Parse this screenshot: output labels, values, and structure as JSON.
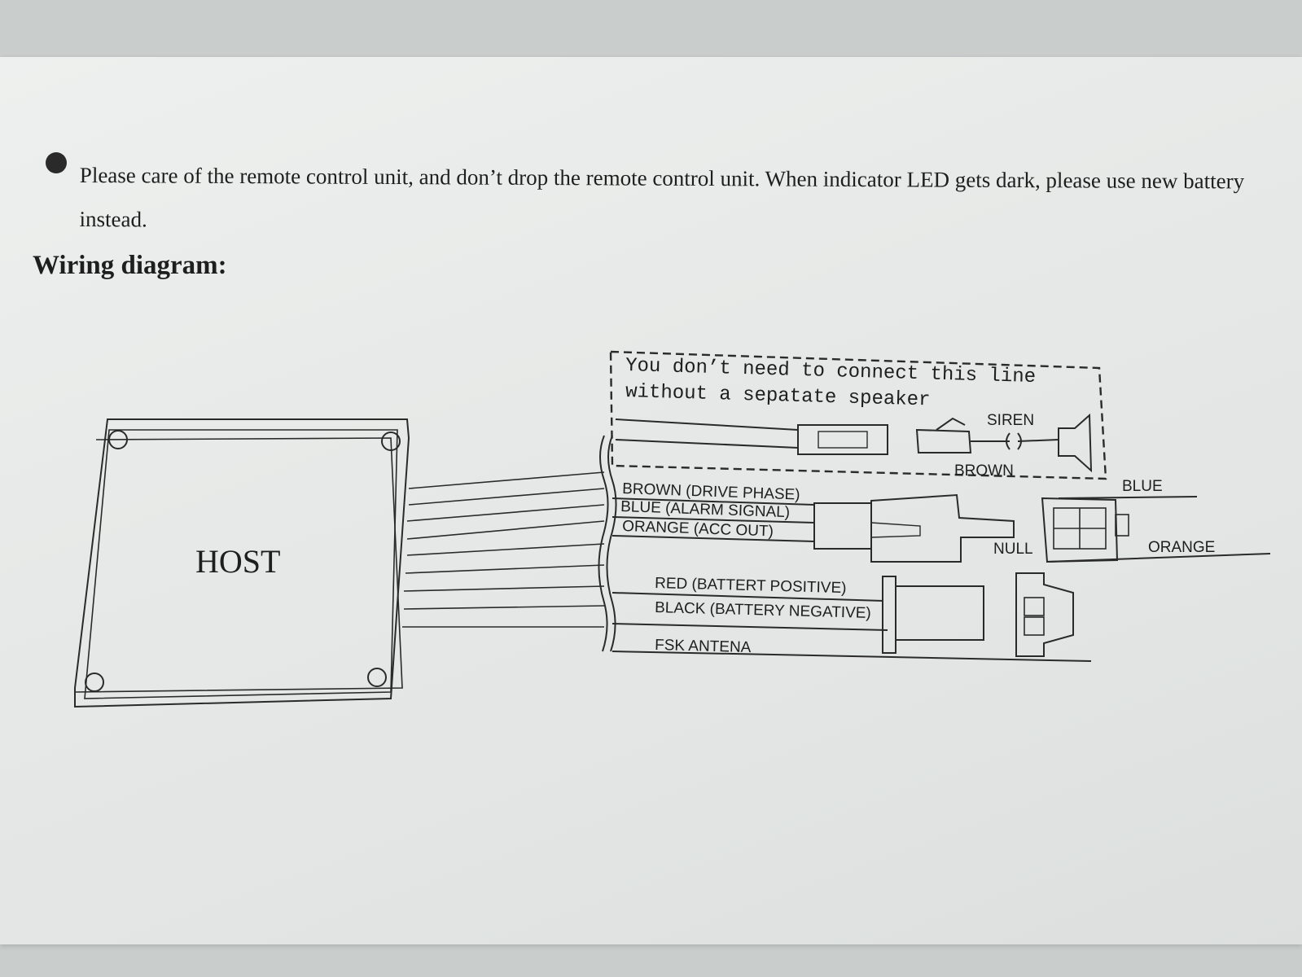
{
  "notice": {
    "text": "Please care of the remote control unit, and don’t drop the remote control unit. When indicator LED gets dark, please use new battery instead."
  },
  "heading": "Wiring diagram:",
  "diagram": {
    "host_label": "HOST",
    "note_line1": "You don’t need to connect this line",
    "note_line2": "without a sepatate speaker",
    "siren_label": "SIREN",
    "brown_label": "BROWN",
    "wires": {
      "brown": "BROWN (DRIVE PHASE)",
      "blue": "BLUE (ALARM SIGNAL)",
      "orange": "ORANGE (ACC OUT)",
      "red": "RED (BATTERT POSITIVE)",
      "black": "BLACK (BATTERY NEGATIVE)",
      "fsk": "FSK ANTENA"
    },
    "blue_label": "BLUE",
    "null_label": "NULL",
    "orange_label": "ORANGE"
  }
}
